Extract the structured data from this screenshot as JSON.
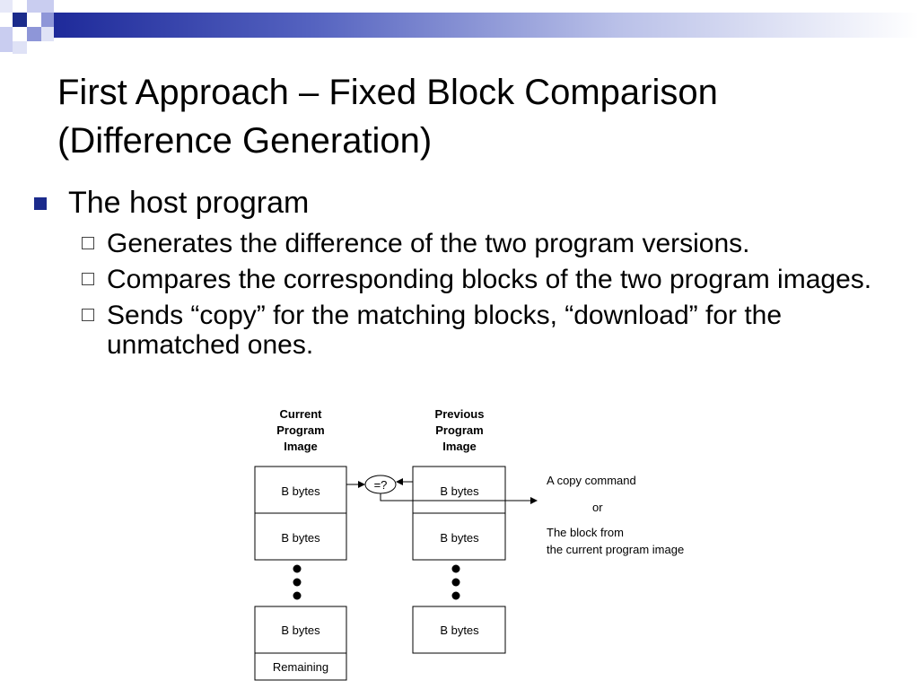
{
  "slide": {
    "title_line1": "First Approach – Fixed Block Comparison",
    "title_line2": "(Difference Generation)",
    "bullet": "The host program",
    "sub_bullets": [
      "Generates the difference of the two program versions.",
      "Compares the corresponding blocks of the two program images.",
      "Sends “copy” for the matching blocks, “download” for the unmatched ones."
    ]
  },
  "diagram": {
    "current_header": [
      "Current",
      "Program",
      "Image"
    ],
    "previous_header": [
      "Previous",
      "Program",
      "Image"
    ],
    "block_label": "B bytes",
    "remaining_label": "Remaining",
    "compare_label": "=?",
    "copy_label": "A copy command",
    "or_label": "or",
    "block_from_line1": "The block from",
    "block_from_line2": "the current program image"
  },
  "colors": {
    "accent": "#1b2b8c",
    "deco_light": "#b8bde8"
  }
}
